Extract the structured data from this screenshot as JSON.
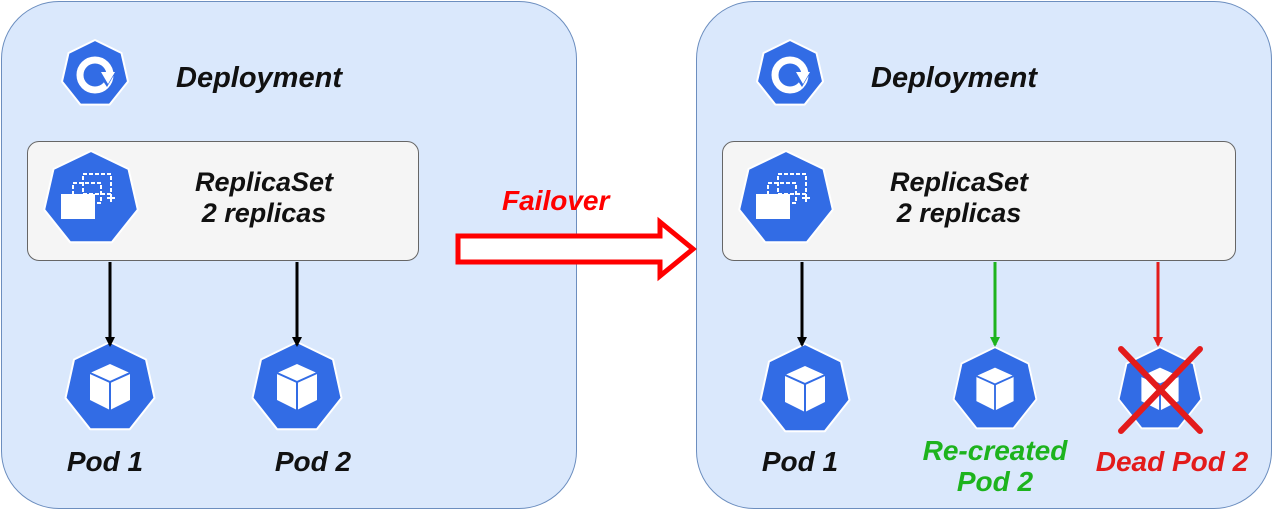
{
  "left": {
    "deployment_label": "Deployment",
    "replicaset_title": "ReplicaSet",
    "replicaset_replicas": "2 replicas",
    "pods": [
      "Pod 1",
      "Pod 2"
    ]
  },
  "transition": {
    "label": "Failover",
    "color": "#ff0000"
  },
  "right": {
    "deployment_label": "Deployment",
    "replicaset_title": "ReplicaSet",
    "replicaset_replicas": "2 replicas",
    "pods": [
      {
        "label": "Pod 1",
        "state": "running",
        "color": "#111111"
      },
      {
        "label_line1": "Re-created",
        "label_line2": "Pod 2",
        "state": "recreated",
        "color": "#1db31d"
      },
      {
        "label": "Dead Pod 2",
        "state": "dead",
        "color": "#e31b1b"
      }
    ]
  },
  "icons": {
    "deployment": "kubernetes-deployment-icon",
    "replicaset": "kubernetes-replicaset-icon",
    "pod": "kubernetes-pod-icon",
    "dead_marker": "red-x-cross-icon"
  },
  "colors": {
    "panel_fill": "#dae8fc",
    "panel_border": "#6c8ebf",
    "box_fill": "#f5f5f5",
    "k8s_blue": "#326ce5"
  }
}
